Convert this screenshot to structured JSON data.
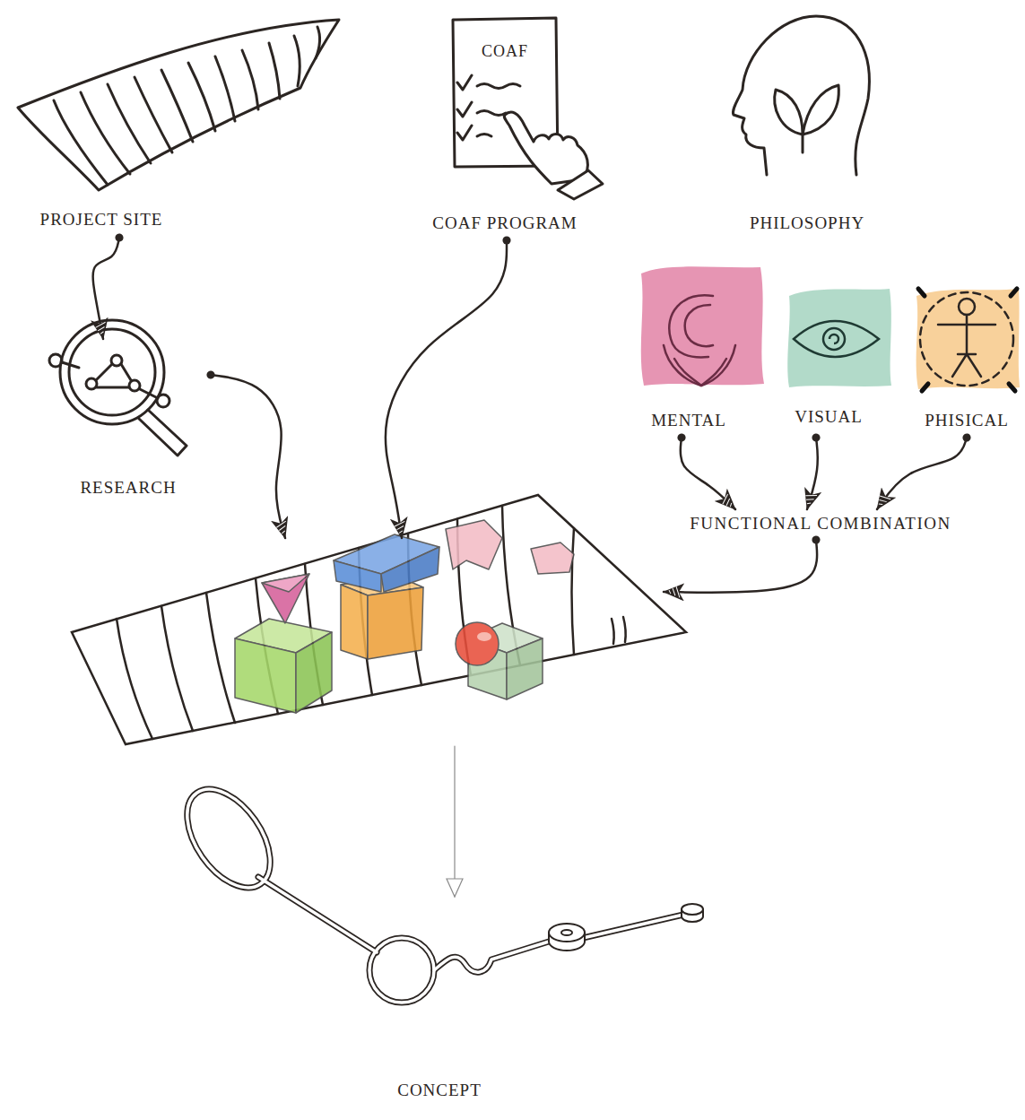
{
  "diagram": {
    "nodes": [
      {
        "text": [
          "PROJECT SITE"
        ]
      },
      {
        "text": [
          "COAF",
          "COAF PROGRAM"
        ]
      },
      {
        "text": [
          "PHILOSOPHY"
        ]
      },
      {
        "text": [
          "RESEARCH"
        ]
      },
      {
        "text": [
          "MENTAL"
        ]
      },
      {
        "text": [
          "VISUAL"
        ]
      },
      {
        "text": [
          "PHISICAL"
        ]
      },
      {
        "text": [
          "FUNCTIONAL COMBINATION"
        ]
      },
      {
        "text": []
      },
      {
        "text": [
          "CONCEPT"
        ]
      }
    ],
    "edges": [
      {
        "from": 0,
        "to": 3,
        "arrow": "to"
      },
      {
        "from": 3,
        "to": 8,
        "arrow": "to"
      },
      {
        "from": 1,
        "to": 8,
        "arrow": "to"
      },
      {
        "from": 4,
        "to": 7,
        "arrow": "to"
      },
      {
        "from": 5,
        "to": 7,
        "arrow": "to"
      },
      {
        "from": 6,
        "to": 7,
        "arrow": "to"
      },
      {
        "from": 7,
        "to": 8,
        "arrow": "to"
      },
      {
        "from": 8,
        "to": 9,
        "arrow": "to"
      }
    ]
  }
}
